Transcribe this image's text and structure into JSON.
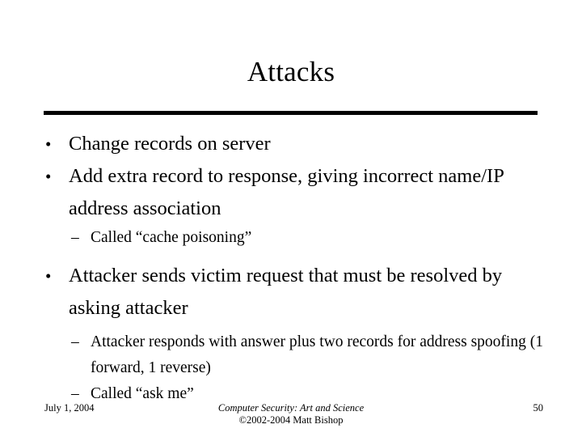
{
  "slide": {
    "title": "Attacks",
    "page_number": "50",
    "accent_color": "#000000",
    "background_color": "#ffffff",
    "bullets": [
      {
        "level": 1,
        "marker": "•",
        "text": "Change records on server"
      },
      {
        "level": 1,
        "marker": "•",
        "text": "Add extra record to response, giving incorrect name/IP address association"
      },
      {
        "level": 2,
        "marker": "–",
        "text": "Called “cache poisoning”"
      },
      {
        "level": 1,
        "marker": "•",
        "text": "Attacker sends victim request that must be resolved by asking attacker"
      },
      {
        "level": 2,
        "marker": "–",
        "text": "Attacker responds with answer plus two records for address spoofing (1 forward, 1 reverse)"
      },
      {
        "level": 2,
        "marker": "–",
        "text": "Called “ask me”"
      }
    ],
    "footer": {
      "date": "July 1, 2004",
      "book_title": "Computer Security: Art and Science",
      "copyright": "©2002-2004 Matt Bishop"
    }
  }
}
